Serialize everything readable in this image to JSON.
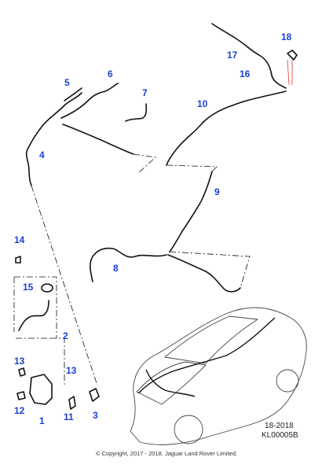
{
  "callouts": {
    "c1": "1",
    "c2": "2",
    "c3": "3",
    "c4": "4",
    "c5": "5",
    "c6": "6",
    "c7": "7",
    "c8": "8",
    "c9": "9",
    "c10": "10",
    "c11": "11",
    "c12": "12",
    "c13a": "13",
    "c13b": "13",
    "c14": "14",
    "c15": "15",
    "c16": "16",
    "c17": "17",
    "c18": "18"
  },
  "reference": {
    "date": "18-2018",
    "code": "KL00005B"
  },
  "copyright": "© Copyright, 2017 - 2018. Jaguar Land Rover Limited.",
  "colors": {
    "callout": "#1a3fd6",
    "line": "#111111",
    "highlight": "#e23b3b"
  }
}
